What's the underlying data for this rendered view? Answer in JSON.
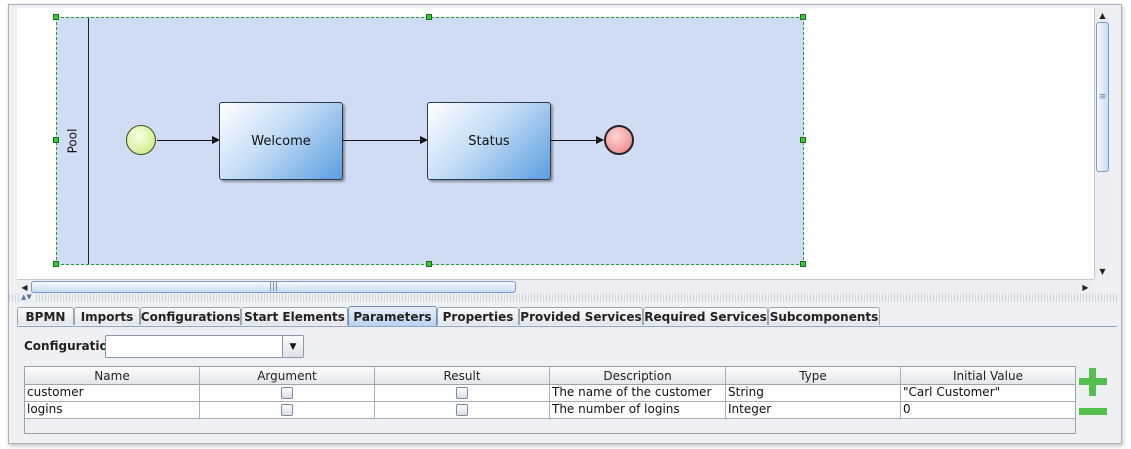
{
  "diagram": {
    "pool_label": "Pool",
    "tasks": [
      {
        "label": "Welcome"
      },
      {
        "label": "Status"
      }
    ]
  },
  "tabs": [
    {
      "label": "BPMN",
      "active": false
    },
    {
      "label": "Imports",
      "active": false
    },
    {
      "label": "Configurations",
      "active": false
    },
    {
      "label": "Start Elements",
      "active": false
    },
    {
      "label": "Parameters",
      "active": true
    },
    {
      "label": "Properties",
      "active": false
    },
    {
      "label": "Provided Services",
      "active": false
    },
    {
      "label": "Required Services",
      "active": false
    },
    {
      "label": "Subcomponents",
      "active": false
    }
  ],
  "parameters": {
    "configuration_label": "Configuration",
    "configuration_value": "",
    "columns": [
      "Name",
      "Argument",
      "Result",
      "Description",
      "Type",
      "Initial Value"
    ],
    "rows": [
      {
        "name": "customer",
        "argument": false,
        "result": false,
        "description": "The name of the customer",
        "type": "String",
        "initial_value": "\"Carl Customer\""
      },
      {
        "name": "logins",
        "argument": false,
        "result": false,
        "description": "The number of logins",
        "type": "Integer",
        "initial_value": "0"
      }
    ]
  },
  "icons": {
    "add": "plus-icon",
    "remove": "minus-icon",
    "add_color": "#53c04d"
  }
}
